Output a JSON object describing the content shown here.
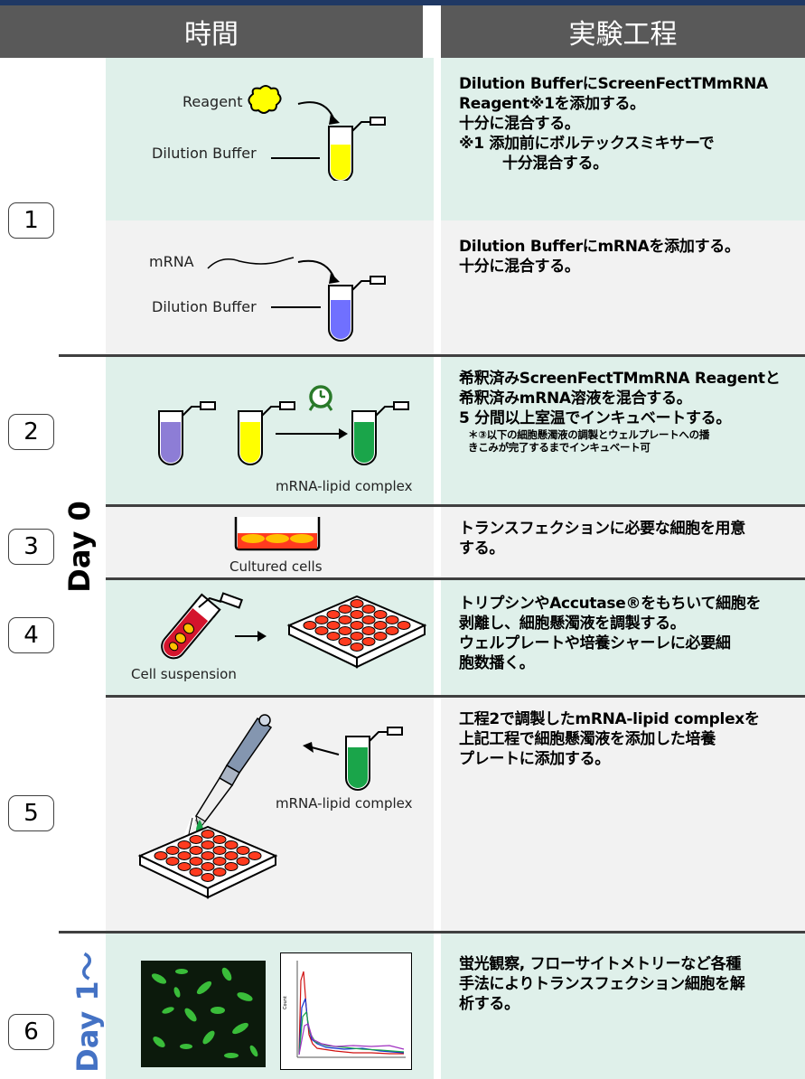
{
  "header": {
    "time_label": "時間",
    "process_label": "実験工程"
  },
  "day_labels": {
    "day0": "Day 0",
    "day1": "Day 1～"
  },
  "steps": [
    {
      "number": "1"
    },
    {
      "number": "2"
    },
    {
      "number": "3"
    },
    {
      "number": "4"
    },
    {
      "number": "5"
    },
    {
      "number": "6"
    }
  ],
  "descriptions": {
    "s1a_line1": "Dilution BufferにScreenFectTMmRNA",
    "s1a_line2": "Reagent※1を添加する。",
    "s1a_line3": "十分に混合する。",
    "s1a_line4": "※1  添加前にボルテックスミキサーで",
    "s1a_line5": "十分混合する。",
    "s1b_line1": "Dilution BufferにmRNAを添加する。",
    "s1b_line2": "十分に混合する。",
    "s2_line1": "希釈済みScreenFectTMmRNA Reagentと",
    "s2_line2": "希釈済みmRNA溶液を混合する。",
    "s2_line3": "5 分間以上室温でインキュベートする。",
    "s2_note1": "＊③以下の細胞懸濁液の調製とウェルプレートへの播",
    "s2_note2": "きこみが完了するまでインキュベート可",
    "s3_line1": "トランスフェクションに必要な細胞を用意",
    "s3_line2": "する。",
    "s4_line1": "トリプシンやAccutase®をもちいて細胞を",
    "s4_line2": "剥離し、細胞懸濁液を調製する。",
    "s4_line3": "ウェルプレートや培養シャーレに必要細",
    "s4_line4": "胞数播く。",
    "s5_line1": "工程2で調製したmRNA-lipid complexを",
    "s5_line2": "上記工程で細胞懸濁液を添加した培養",
    "s5_line3": "プレートに添加する。",
    "s6_line1": "蛍光観察, フローサイトメトリーなど各種",
    "s6_line2": "手法によりトランスフェクション細胞を解",
    "s6_line3": "析する。"
  },
  "illustration_labels": {
    "reagent": "Reagent",
    "dilution_buffer_1": "Dilution Buffer",
    "mrna": "mRNA",
    "dilution_buffer_2": "Dilution Buffer",
    "complex_2": "mRNA-lipid complex",
    "cultured_cells": "Cultured cells",
    "cell_suspension": "Cell suspension",
    "complex_5": "mRNA-lipid complex",
    "chart_ylabel": "Count"
  },
  "colors": {
    "green_band": "#dff0ea",
    "gray_band": "#f2f2f2",
    "header_bg": "#595959",
    "top_bar": "#1f3864",
    "tube_yellow": "#ffff00",
    "tube_blue": "#7070ff",
    "tube_purple": "#8d7dd6",
    "tube_green": "#1aa54a",
    "well_red": "#ff3b1f",
    "day1_blue": "#4472c4"
  }
}
